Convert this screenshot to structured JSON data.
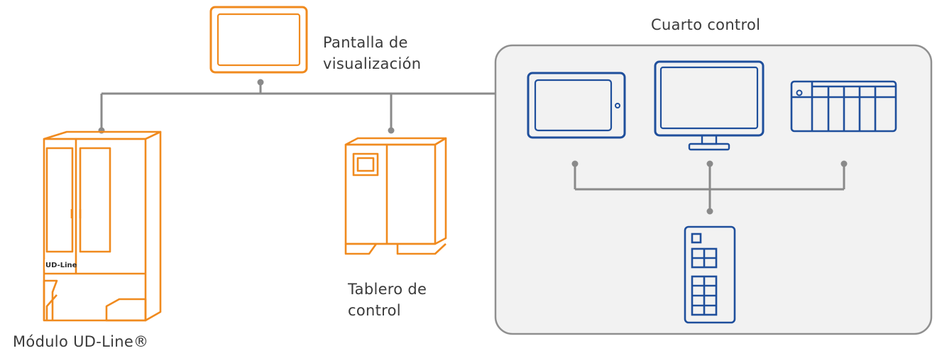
{
  "display_label": [
    "Pantalla de",
    "visualización"
  ],
  "control_room_title": "Cuarto control",
  "control_panel_label": [
    "Tablero de",
    "control"
  ],
  "module_label": "Módulo UD-Line®",
  "module_badge": "UD-Line",
  "colors": {
    "orange": "#f08a1e",
    "blue": "#1f4f9c",
    "line": "#8a8a8a",
    "room_fill": "#f2f2f2",
    "room_stroke": "#8f8f8f",
    "text": "#3a3a3a"
  },
  "icons": [
    "display-screen-icon",
    "cabinet-icon",
    "control-panel-icon",
    "tablet-icon",
    "monitor-icon",
    "plc-rack-icon",
    "io-module-icon"
  ]
}
